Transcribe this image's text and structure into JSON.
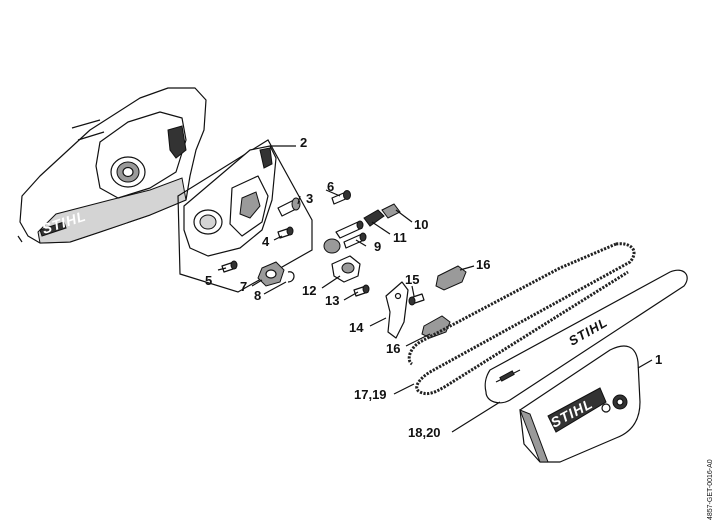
{
  "callouts": {
    "c1": "1",
    "c2": "2",
    "c3": "3",
    "c4": "4",
    "c5": "5",
    "c6": "6",
    "c7": "7",
    "c8": "8",
    "c9": "9",
    "c10": "10",
    "c11": "11",
    "c12": "12",
    "c13": "13",
    "c14": "14",
    "c15": "15",
    "c16a": "16",
    "c16b": "16",
    "c1719": "17,19",
    "c1820": "18,20"
  },
  "brand_text": "STIHL",
  "drawing_code": "4857-GET-0016-A0",
  "colors": {
    "line": "#111111",
    "shade": "#9a9a9a",
    "background": "#ffffff"
  }
}
